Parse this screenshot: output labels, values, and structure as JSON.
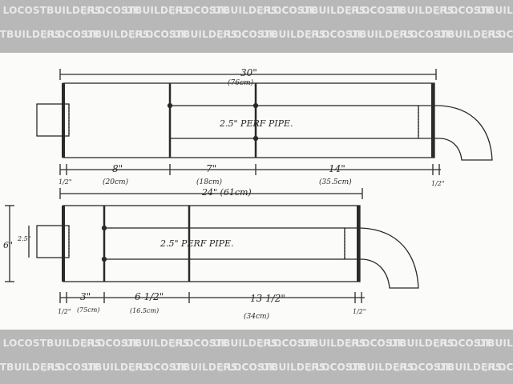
{
  "watermark": {
    "text": "LOCOSTBUILDERS.CO.UK"
  },
  "top_view": {
    "overall_length": "30\"",
    "overall_length_metric": "(76cm)",
    "pipe_label": "2.5\" PERF PIPE.",
    "dim_start": "1/2\"",
    "dim_1": "8\"",
    "dim_1_metric": "(20cm)",
    "dim_2": "7\"",
    "dim_2_metric": "(18cm)",
    "dim_3": "14\"",
    "dim_3_metric": "(35.5cm)",
    "dim_end": "1/2\""
  },
  "bottom_view": {
    "overall_length": "24\" (61cm)",
    "height": "6\"",
    "inlet_diameter": "2.5\"",
    "pipe_label": "2.5\" PERF PIPE.",
    "dim_start": "1/2\"",
    "dim_1": "3\"",
    "dim_1_metric": "(75cm)",
    "dim_2": "6 1/2\"",
    "dim_2_metric": "(16.5cm)",
    "dim_3": "13 1/2\"",
    "dim_3_metric": "(34cm)",
    "dim_end": "1/2\""
  },
  "colors": {
    "band": "#b8b8b8",
    "ink": "#2a2a2a",
    "paper": "#fbfbfa"
  }
}
